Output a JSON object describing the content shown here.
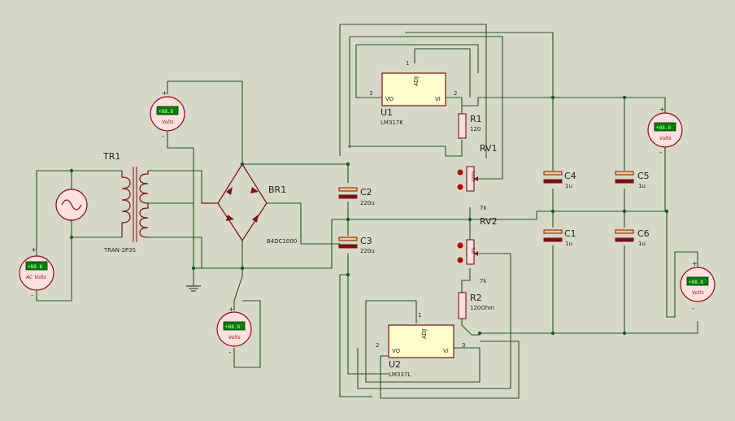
{
  "components": {
    "transformer": {
      "ref": "TR1",
      "value": "TRAN-2P3S"
    },
    "bridge": {
      "ref": "BR1",
      "value": "B4DC1000"
    },
    "u1": {
      "ref": "U1",
      "value": "LM317K",
      "pin_vo": "VO",
      "pin_vi": "VI",
      "pin_adj": "ADJ",
      "pin3": "3",
      "pin2": "2",
      "pin1": "1"
    },
    "u2": {
      "ref": "U2",
      "value": "LM337L",
      "pin_vo": "VO",
      "pin_vi": "VI",
      "pin_adj": "ADJ",
      "pin2": "2",
      "pin3": "3",
      "pin1": "1"
    },
    "r1": {
      "ref": "R1",
      "value": "120"
    },
    "r2": {
      "ref": "R2",
      "value": "120Ohm"
    },
    "rv1": {
      "ref": "RV1",
      "value": "7k",
      "pct": "100%"
    },
    "rv2": {
      "ref": "RV2",
      "value": "7k",
      "pct": "0%"
    },
    "c2": {
      "ref": "C2",
      "value": "220u"
    },
    "c3": {
      "ref": "C3",
      "value": "220u"
    },
    "c4": {
      "ref": "C4",
      "value": "1u"
    },
    "c5": {
      "ref": "C5",
      "value": "1u"
    },
    "c1": {
      "ref": "C1",
      "value": "1u"
    },
    "c6": {
      "ref": "C6",
      "value": "1u"
    }
  },
  "meters": {
    "ac": {
      "label": "AC Volts",
      "display": "+88.8"
    },
    "dc_top": {
      "label": "Volts",
      "display": "+88.8"
    },
    "dc_bottom": {
      "label": "Volts",
      "display": "+88.8"
    },
    "out_pos": {
      "label": "Volts",
      "display": "+88.8"
    },
    "out_neg": {
      "label": "Volts",
      "display": "+88.8"
    },
    "plus": "+",
    "minus": "-"
  }
}
